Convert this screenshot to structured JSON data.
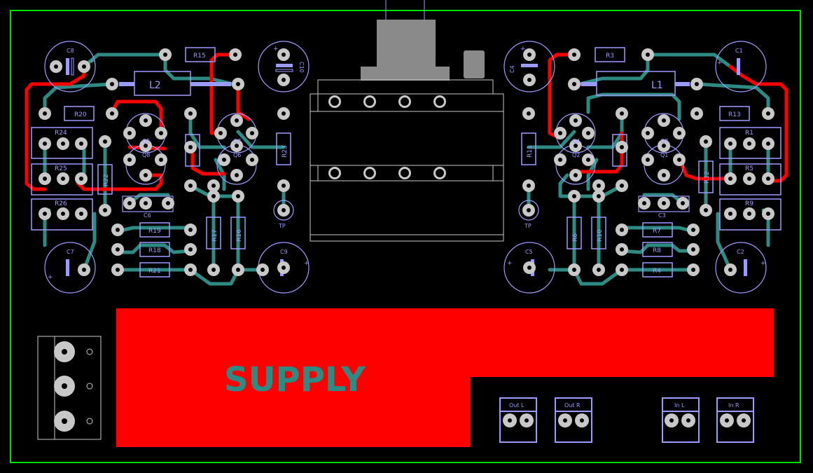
{
  "colors": {
    "background": "#000000",
    "board_outline": "#00e000",
    "copper_top": "#ff0000",
    "copper_bottom": "#2e8b83",
    "silkscreen": "#9b9bff",
    "pad": "#c8c8c8",
    "supply_text": "#2e8b83",
    "jack_body": "#8a8a8a"
  },
  "supply_label": "SUPPLY",
  "connectors": {
    "out_l": "Out L",
    "out_r": "Out R",
    "in_l": "In L",
    "in_r": "In R"
  },
  "capacitors": {
    "c1": "C1",
    "c2": "C2",
    "c3": "C3",
    "c4": "C4",
    "c5": "C5",
    "c6": "C6",
    "c7": "C7",
    "c8": "C8",
    "c9": "C9",
    "c10": "C10"
  },
  "resistors": {
    "r1": "R1",
    "r3": "R3",
    "r4": "R4",
    "r5": "R5",
    "r6": "R6",
    "r7": "R7",
    "r8": "R8",
    "r9": "R9",
    "r10": "R10",
    "r11": "R11",
    "r12": "R12",
    "r13": "R13",
    "r15": "R15",
    "r16": "R16",
    "r17": "R17",
    "r18": "R18",
    "r19": "R19",
    "r20": "R20",
    "r21": "R21",
    "r22": "R22",
    "r23": "R23",
    "r24": "R24",
    "r25": "R25",
    "r26": "R26"
  },
  "inductors": {
    "l1": "L1",
    "l2": "L2"
  },
  "transistors": {
    "q1": "Q1",
    "q2": "Q2",
    "q3": "Q3",
    "q4": "Q4",
    "q5": "Q5",
    "q6": "Q6",
    "q7": "Q7",
    "q8": "Q8"
  },
  "test_points": {
    "tp_left": "TP",
    "tp_right": "TP"
  },
  "polarity": {
    "plus": "+"
  }
}
